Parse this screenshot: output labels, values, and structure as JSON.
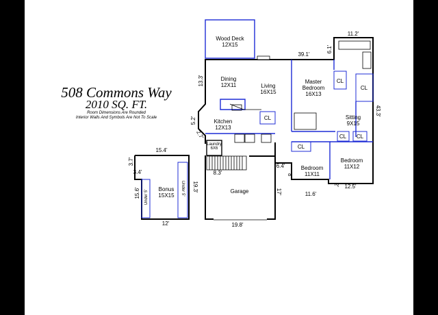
{
  "title": {
    "address": "508 Commons Way",
    "sqft": "2010 SQ. FT.",
    "note_1": "Room Dimensions Are Rounded",
    "note_2": "Interior Walls And Symbols Are Not To Scale"
  },
  "rooms": {
    "wood_deck": {
      "name": "Wood Deck",
      "size": "12X15"
    },
    "dining": {
      "name": "Dining",
      "size": "12X11"
    },
    "living": {
      "name": "Living",
      "size": "16X15"
    },
    "master_bedroom": {
      "name_1": "Master",
      "name_2": "Bedroom",
      "size": "16X13"
    },
    "kitchen": {
      "name": "Kitchen",
      "size": "12X13"
    },
    "laundry": {
      "name": "Laundry",
      "size": "6X6"
    },
    "sitting": {
      "name": "Sitting",
      "size": "9X15"
    },
    "bedroom_1": {
      "name": "Bedroom",
      "size": "11X11"
    },
    "bedroom_2": {
      "name": "Bedroom",
      "size": "11X12"
    },
    "garage": {
      "name": "Garage"
    },
    "bonus": {
      "name": "Bonus",
      "size": "15X15"
    }
  },
  "closets": {
    "label": "CL"
  },
  "under_label": "Under 5'",
  "dimensions": {
    "d_11_2": "11.2'",
    "d_39_1": "39.1'",
    "d_6_1": "6.1'",
    "d_13_3": "13.3'",
    "d_43_3": "43.3'",
    "d_5_2": "5.2'",
    "d_2_7": "2.7'",
    "d_15_4": "15.4'",
    "d_3_7": "3.7'",
    "d_3_4": "3.4'",
    "d_8_3": "8.3'",
    "d_6_4": "6.4'",
    "d_8": "8'",
    "d_2": "2'",
    "d_15_6": "15.6'",
    "d_19_3": "19.3'",
    "d_17": "17'",
    "d_11_6": "11.6'",
    "d_12_5": "12.5'",
    "d_12": "12'",
    "d_19_8": "19.8'"
  }
}
